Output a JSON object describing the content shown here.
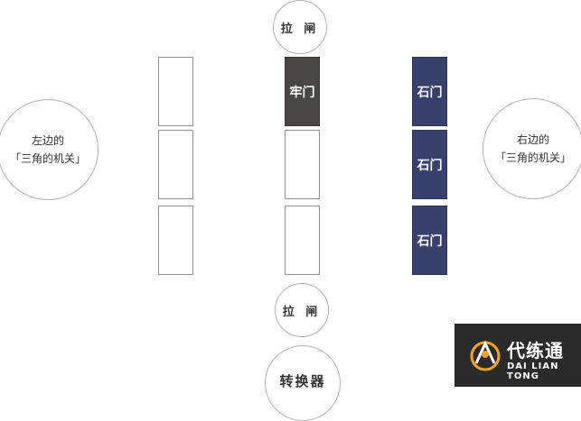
{
  "lever_top": "拉 闸",
  "lever_bottom": "拉 闸",
  "left_mechanism": {
    "line1": "左边的",
    "line2": "「三角的机关」"
  },
  "right_mechanism": {
    "line1": "右边的",
    "line2": "「三角的机关」"
  },
  "switcher": "转换器",
  "columns": {
    "left": [
      "",
      "",
      ""
    ],
    "middle": [
      "牢门",
      "",
      ""
    ],
    "right": [
      "石门",
      "石门",
      "石门"
    ]
  },
  "colors": {
    "prison_door": "#4b4646",
    "stone_door": "#38406c",
    "outline": "#8f8f8f"
  },
  "watermark": {
    "title": "代练通",
    "subtitle": "DAI LIAN TONG"
  }
}
